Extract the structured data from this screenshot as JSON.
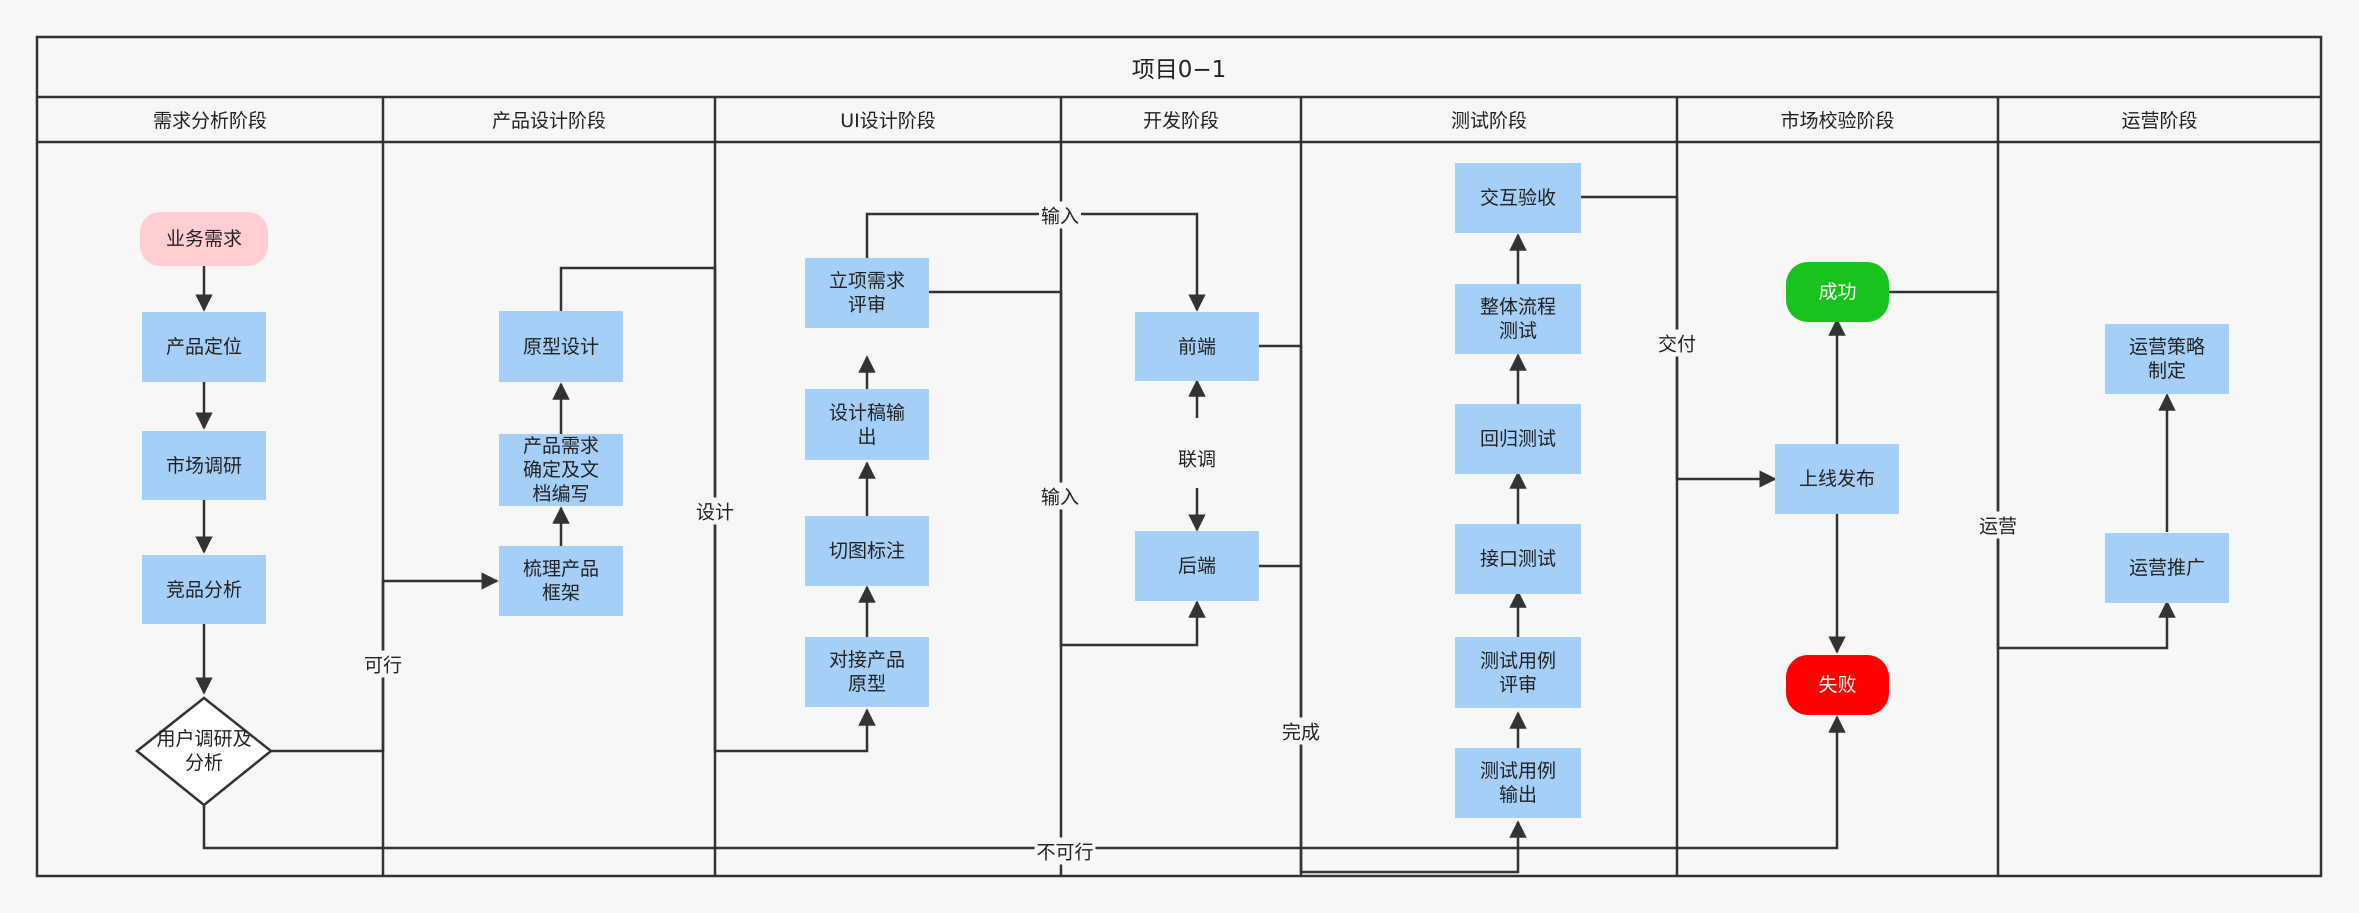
{
  "pool": {
    "title": "项目0−1"
  },
  "lanes": [
    "需求分析阶段",
    "产品设计阶段",
    "UI设计阶段",
    "开发阶段",
    "测试阶段",
    "市场校验阶段",
    "运营阶段"
  ],
  "nodes": {
    "biz_need": "业务需求",
    "positioning": "产品定位",
    "market_research": "市场调研",
    "competitor": "竞品分析",
    "user_research": "用户调研及\n分析",
    "prototype": "原型设计",
    "prd": "产品需求\n确定及文\n档编写",
    "framework": "梳理产品\n框架",
    "review": "立项需求\n评审",
    "design_output": "设计稿输\n出",
    "slicing": "切图标注",
    "dock_prototype": "对接产品\n原型",
    "frontend": "前端",
    "backend": "后端",
    "interaction": "交互验收",
    "flow_test": "整体流程\n测试",
    "regression": "回归测试",
    "api_test": "接口测试",
    "case_review": "测试用例\n评审",
    "case_output": "测试用例\n输出",
    "success": "成功",
    "launch": "上线发布",
    "fail": "失败",
    "strategy": "运营策略\n制定",
    "promotion": "运营推广"
  },
  "edge_labels": {
    "feasible": "可行",
    "design": "设计",
    "input_top": "输入",
    "input_mid": "输入",
    "joint_debug": "联调",
    "done": "完成",
    "deliver": "交付",
    "operate": "运营",
    "infeasible": "不可行"
  },
  "colors": {
    "process": "#a6cff7",
    "start": "#ffcdd2",
    "success": "#19c21c",
    "fail": "#ff0000",
    "line": "#333333"
  }
}
